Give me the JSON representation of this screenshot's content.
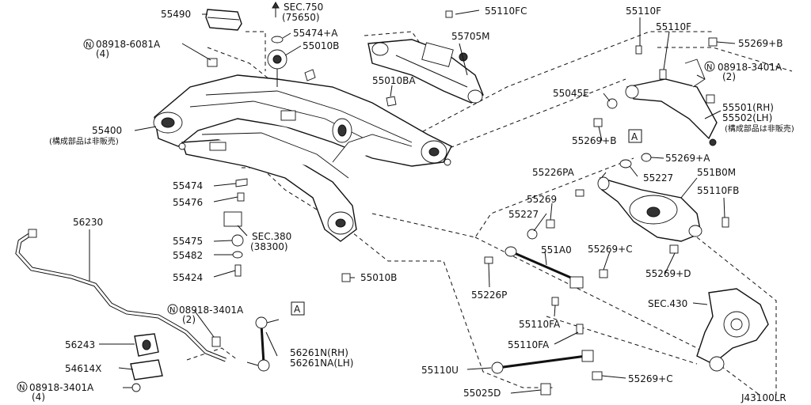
{
  "diagram": {
    "code": "J43100LR",
    "labels": {
      "p55490": "55490",
      "sec750": "SEC.750",
      "sec750_ref": "(75650)",
      "p55110fc": "55110FC",
      "p55110f_a": "55110F",
      "p55110f_b": "55110F",
      "p55269b_top": "55269+B",
      "n08918_6081a": "08918-6081A",
      "n08918_6081a_qty": "(4)",
      "p55474a": "55474+A",
      "p55010b_top": "55010B",
      "p55705m": "55705M",
      "n08918_3401a_r": "08918-3401A",
      "n08918_3401a_r_qty": "(2)",
      "p55010ba": "55010BA",
      "p55045e": "55045E",
      "p55501": "55501(RH)",
      "p55502": "55502(LH)",
      "note_r": "(構成部品は非販売)",
      "p55400": "55400",
      "note_l": "(構成部品は非販売)",
      "p55269b_mid": "55269+B",
      "ref_a_right": "A",
      "p55269a": "55269+A",
      "p55226pa": "55226PA",
      "p55227_top": "55227",
      "p551b0m": "551B0M",
      "p55474": "55474",
      "p55110fb": "55110FB",
      "p55476": "55476",
      "p55269": "55269",
      "p56230": "56230",
      "p55227_mid": "55227",
      "sec380": "SEC.380",
      "sec380_ref": "(38300)",
      "p55475": "55475",
      "p551a0": "551A0",
      "p55269c_mid": "55269+C",
      "p55482": "55482",
      "p55424": "55424",
      "p55010b_low": "55010B",
      "p55226p": "55226P",
      "p55269d": "55269+D",
      "sec430": "SEC.430",
      "n08918_3401a_l": "08918-3401A",
      "n08918_3401a_l_qty": "(2)",
      "ref_a_left": "A",
      "p55110fa_a": "55110FA",
      "p56243": "56243",
      "p55110fa_b": "55110FA",
      "p56261n": "56261N(RH)",
      "p56261na": "56261NA(LH)",
      "p54614x": "54614X",
      "p55110u": "55110U",
      "p55269c_low": "55269+C",
      "n08918_3401a_b": "08918-3401A",
      "n08918_3401a_b_qty": "(4)",
      "p55025d": "55025D"
    }
  }
}
